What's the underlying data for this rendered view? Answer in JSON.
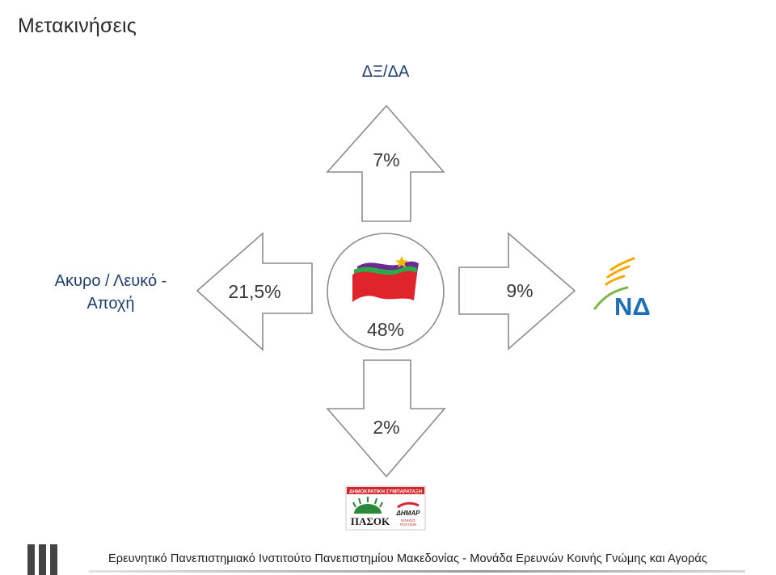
{
  "title": "Μετακινήσεις",
  "center": {
    "value": "48%",
    "logo_icon": "syriza-flag-icon"
  },
  "arrows": {
    "up": {
      "value": "7%",
      "target_label": "ΔΞ/ΔΑ"
    },
    "left": {
      "value": "21,5%",
      "target_label_line1": "Ακυρο / Λευκό -",
      "target_label_line2": "Αποχή"
    },
    "right": {
      "value": "9%",
      "target_logo": "nd-logo",
      "logo_text": "ΝΔ"
    },
    "down": {
      "value": "2%",
      "target_logo": "pasok-dimar-logo",
      "logo_banner": "ΔΗΜΟΚΡΑΤΙΚΗ ΣΥΜΠΑΡΑΤΑΞΗ",
      "logo_pasok": "ΠΑΣΟΚ",
      "logo_dimar": "ΔΗΜΑΡ",
      "logo_kinisi_line1": "ΚΙΝΗΣΙΣ",
      "logo_kinisi_line2": "ΠΟΛΙΤΩΝ"
    }
  },
  "footer": {
    "text": "Ερευνητικό Πανεπιστημιακό Ινστιτούτο Πανεπιστημίου Μακεδονίας - Μονάδα Ερευνών Κοινής Γνώμης και Αγοράς"
  },
  "colors": {
    "arrow_stroke": "#8c8c8c",
    "label_blue": "#1f3e6e",
    "syriza_red": "#e0242b",
    "syriza_purple": "#6b2c8f",
    "syriza_green": "#2ea84a",
    "nd_blue": "#1d70b8",
    "pasok_green": "#2a8a3a",
    "pasok_red": "#d6262b"
  }
}
